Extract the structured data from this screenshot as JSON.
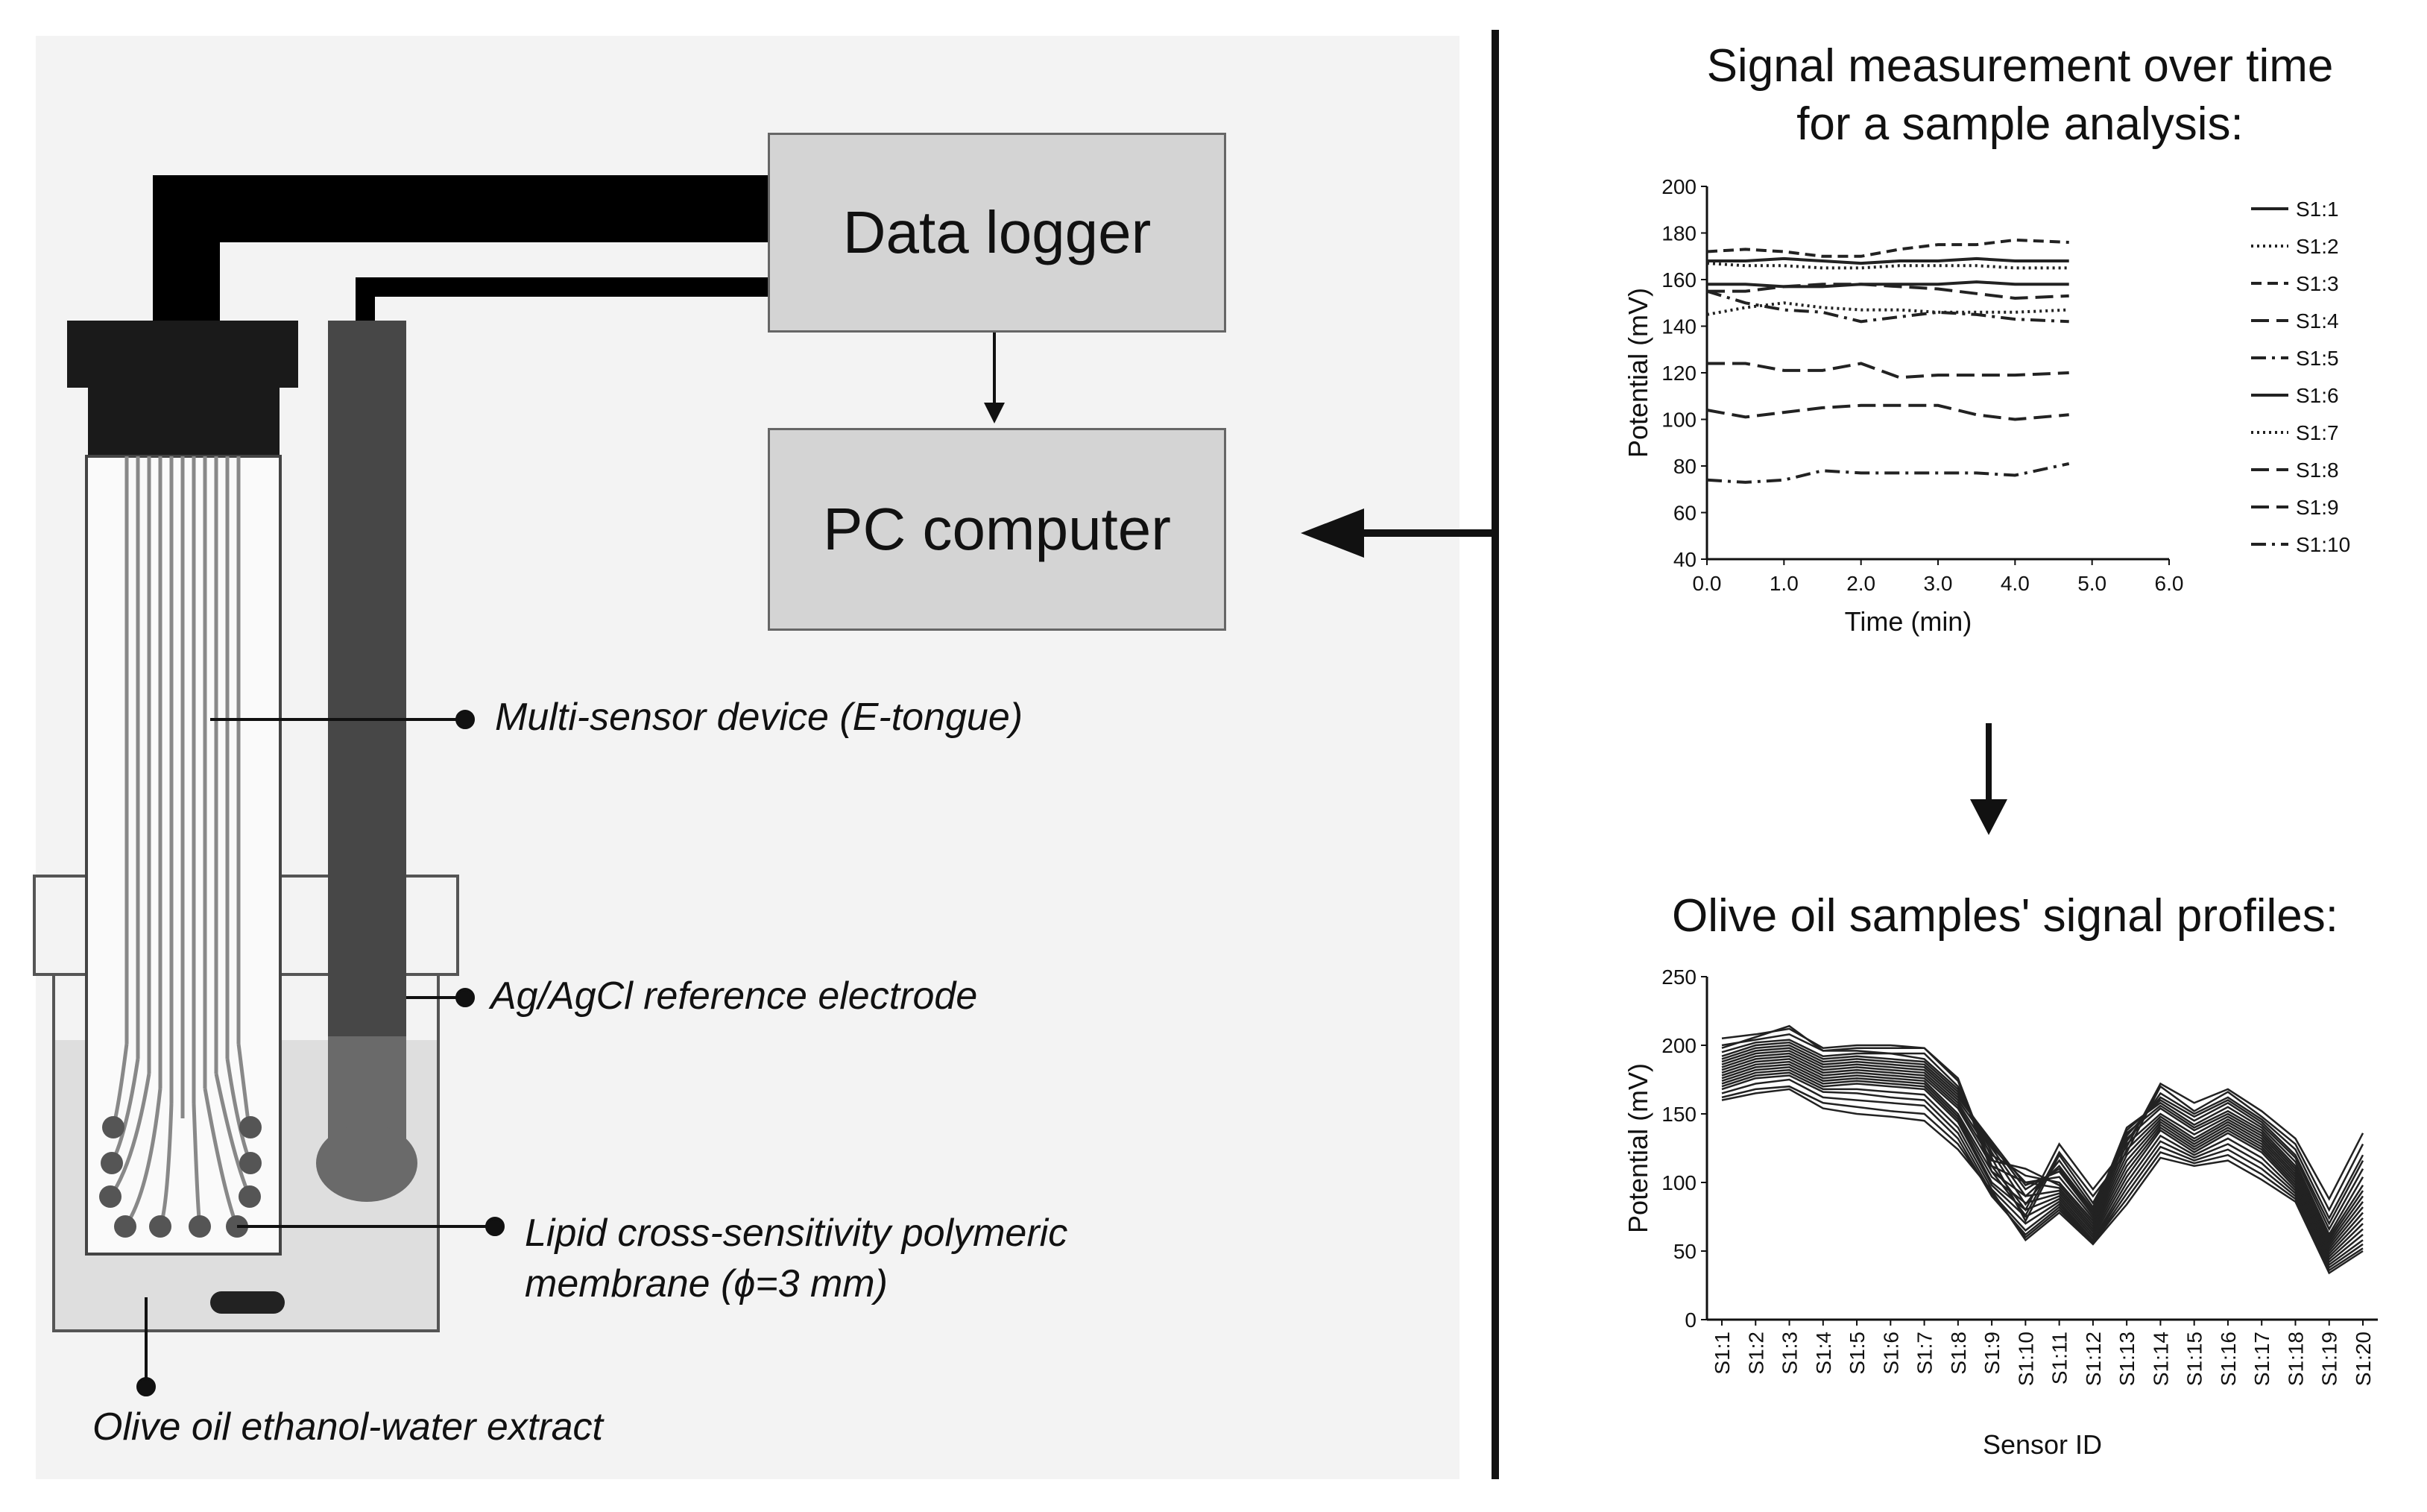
{
  "diagram": {
    "data_logger": "Data logger",
    "pc_computer": "PC computer",
    "label_multi_sensor": "Multi-sensor device (E-tongue)",
    "label_reference": "Ag/AgCl reference electrode",
    "label_membrane_line1": "Lipid cross-sensitivity polymeric",
    "label_membrane_line2": "membrane (ϕ=3 mm)",
    "label_extract": "Olive oil ethanol-water extract"
  },
  "top_chart_title": {
    "line1": "Signal measurement over time",
    "line2": "for a sample analysis:"
  },
  "bottom_chart_title": "Olive oil samples' signal profiles:",
  "chart_data": [
    {
      "type": "line",
      "title": "Signal measurement over time for a sample analysis:",
      "xlabel": "Time (min)",
      "ylabel": "Potential (mV)",
      "xlim": [
        0,
        6
      ],
      "ylim": [
        40,
        200
      ],
      "xticks": [
        "0.0",
        "1.0",
        "2.0",
        "3.0",
        "4.0",
        "5.0",
        "6.0"
      ],
      "yticks": [
        "40",
        "60",
        "80",
        "100",
        "120",
        "140",
        "160",
        "180",
        "200"
      ],
      "legend_position": "right",
      "x": [
        0,
        0.5,
        1.0,
        1.5,
        2.0,
        2.5,
        3.0,
        3.5,
        4.0,
        4.7
      ],
      "series": [
        {
          "name": "S1:1",
          "dash": "solid",
          "values": [
            158,
            158,
            157,
            157,
            158,
            158,
            158,
            159,
            158,
            158
          ]
        },
        {
          "name": "S1:2",
          "dash": "dot",
          "values": [
            167,
            166,
            166,
            165,
            165,
            166,
            166,
            166,
            165,
            165
          ]
        },
        {
          "name": "S1:3",
          "dash": "dash",
          "values": [
            172,
            173,
            172,
            170,
            170,
            173,
            175,
            175,
            177,
            176
          ]
        },
        {
          "name": "S1:4",
          "dash": "longdash",
          "values": [
            155,
            155,
            157,
            158,
            158,
            157,
            156,
            154,
            152,
            153
          ]
        },
        {
          "name": "S1:5",
          "dash": "dashdot",
          "values": [
            155,
            150,
            147,
            146,
            142,
            144,
            146,
            145,
            143,
            142
          ]
        },
        {
          "name": "S1:6",
          "dash": "solid",
          "values": [
            168,
            168,
            169,
            168,
            167,
            168,
            168,
            169,
            168,
            168
          ]
        },
        {
          "name": "S1:7",
          "dash": "dot",
          "values": [
            145,
            148,
            150,
            148,
            147,
            147,
            146,
            146,
            146,
            147
          ]
        },
        {
          "name": "S1:8",
          "dash": "longdash",
          "values": [
            124,
            124,
            121,
            121,
            124,
            118,
            119,
            119,
            119,
            120
          ]
        },
        {
          "name": "S1:9",
          "dash": "longdash",
          "values": [
            104,
            101,
            103,
            105,
            106,
            106,
            106,
            102,
            100,
            102
          ]
        },
        {
          "name": "S1:10",
          "dash": "dashdot",
          "values": [
            74,
            73,
            74,
            78,
            77,
            77,
            77,
            77,
            76,
            81
          ]
        }
      ]
    },
    {
      "type": "line",
      "title": "Olive oil samples' signal profiles:",
      "xlabel": "Sensor ID",
      "ylabel": "Potential (mV)",
      "ylim": [
        0,
        250
      ],
      "yticks": [
        "0",
        "50",
        "100",
        "150",
        "200",
        "250"
      ],
      "categories": [
        "S1:1",
        "S1:2",
        "S1:3",
        "S1:4",
        "S1:5",
        "S1:6",
        "S1:7",
        "S1:8",
        "S1:9",
        "S1:10",
        "S1:11",
        "S1:12",
        "S1:13",
        "S1:14",
        "S1:15",
        "S1:16",
        "S1:17",
        "S1:18",
        "S1:19",
        "S1:20"
      ],
      "series": [
        {
          "values": [
            205,
            208,
            212,
            198,
            200,
            200,
            198,
            176,
            112,
            80,
            128,
            95,
            126,
            172,
            158,
            168,
            152,
            132,
            88,
            136
          ]
        },
        {
          "values": [
            198,
            206,
            214,
            196,
            198,
            198,
            198,
            174,
            108,
            76,
            122,
            90,
            122,
            170,
            152,
            166,
            148,
            128,
            80,
            128
          ]
        },
        {
          "values": [
            200,
            204,
            208,
            196,
            196,
            194,
            194,
            170,
            118,
            72,
            120,
            85,
            130,
            165,
            150,
            162,
            146,
            124,
            74,
            120
          ]
        },
        {
          "values": [
            195,
            202,
            204,
            192,
            194,
            194,
            190,
            168,
            122,
            84,
            116,
            82,
            134,
            162,
            148,
            160,
            144,
            120,
            70,
            116
          ]
        },
        {
          "values": [
            192,
            200,
            202,
            190,
            192,
            190,
            188,
            166,
            125,
            90,
            112,
            80,
            138,
            160,
            145,
            158,
            142,
            118,
            66,
            110
          ]
        },
        {
          "values": [
            190,
            198,
            200,
            188,
            190,
            188,
            186,
            164,
            128,
            95,
            110,
            78,
            140,
            158,
            142,
            155,
            140,
            115,
            62,
            104
          ]
        },
        {
          "values": [
            188,
            196,
            198,
            186,
            188,
            186,
            184,
            162,
            130,
            98,
            108,
            76,
            136,
            156,
            140,
            152,
            138,
            112,
            60,
            98
          ]
        },
        {
          "values": [
            186,
            194,
            196,
            184,
            186,
            184,
            182,
            160,
            126,
            100,
            104,
            74,
            132,
            154,
            138,
            150,
            136,
            110,
            58,
            94
          ]
        },
        {
          "values": [
            184,
            192,
            194,
            182,
            184,
            182,
            180,
            158,
            120,
            105,
            100,
            72,
            128,
            150,
            135,
            148,
            134,
            108,
            56,
            90
          ]
        },
        {
          "values": [
            182,
            190,
            192,
            180,
            182,
            180,
            178,
            156,
            116,
            110,
            98,
            70,
            124,
            148,
            132,
            146,
            132,
            106,
            54,
            86
          ]
        },
        {
          "values": [
            180,
            188,
            190,
            178,
            180,
            178,
            176,
            154,
            112,
            100,
            96,
            68,
            120,
            146,
            130,
            144,
            130,
            104,
            52,
            82
          ]
        },
        {
          "values": [
            178,
            186,
            188,
            176,
            178,
            176,
            174,
            150,
            108,
            90,
            94,
            66,
            116,
            144,
            128,
            142,
            128,
            102,
            50,
            78
          ]
        },
        {
          "values": [
            176,
            184,
            186,
            174,
            176,
            174,
            172,
            148,
            104,
            85,
            92,
            64,
            112,
            142,
            126,
            140,
            126,
            100,
            48,
            74
          ]
        },
        {
          "values": [
            174,
            182,
            184,
            172,
            174,
            172,
            170,
            146,
            100,
            80,
            90,
            62,
            108,
            140,
            124,
            138,
            124,
            98,
            46,
            70
          ]
        },
        {
          "values": [
            172,
            180,
            182,
            170,
            172,
            170,
            168,
            144,
            98,
            75,
            88,
            60,
            104,
            138,
            122,
            136,
            122,
            96,
            44,
            66
          ]
        },
        {
          "values": [
            170,
            178,
            180,
            168,
            168,
            166,
            164,
            140,
            95,
            70,
            86,
            58,
            100,
            134,
            120,
            132,
            118,
            94,
            42,
            62
          ]
        },
        {
          "values": [
            168,
            176,
            178,
            166,
            165,
            162,
            160,
            136,
            92,
            65,
            84,
            57,
            96,
            130,
            118,
            128,
            114,
            92,
            40,
            58
          ]
        },
        {
          "values": [
            165,
            172,
            175,
            162,
            160,
            158,
            156,
            132,
            90,
            62,
            82,
            56,
            92,
            126,
            116,
            124,
            110,
            90,
            38,
            55
          ]
        },
        {
          "values": [
            162,
            168,
            170,
            158,
            155,
            152,
            150,
            128,
            92,
            60,
            80,
            56,
            88,
            122,
            114,
            120,
            106,
            88,
            36,
            52
          ]
        },
        {
          "values": [
            160,
            165,
            168,
            154,
            150,
            148,
            145,
            124,
            94,
            58,
            78,
            55,
            84,
            118,
            112,
            116,
            102,
            86,
            34,
            50
          ]
        }
      ]
    }
  ]
}
